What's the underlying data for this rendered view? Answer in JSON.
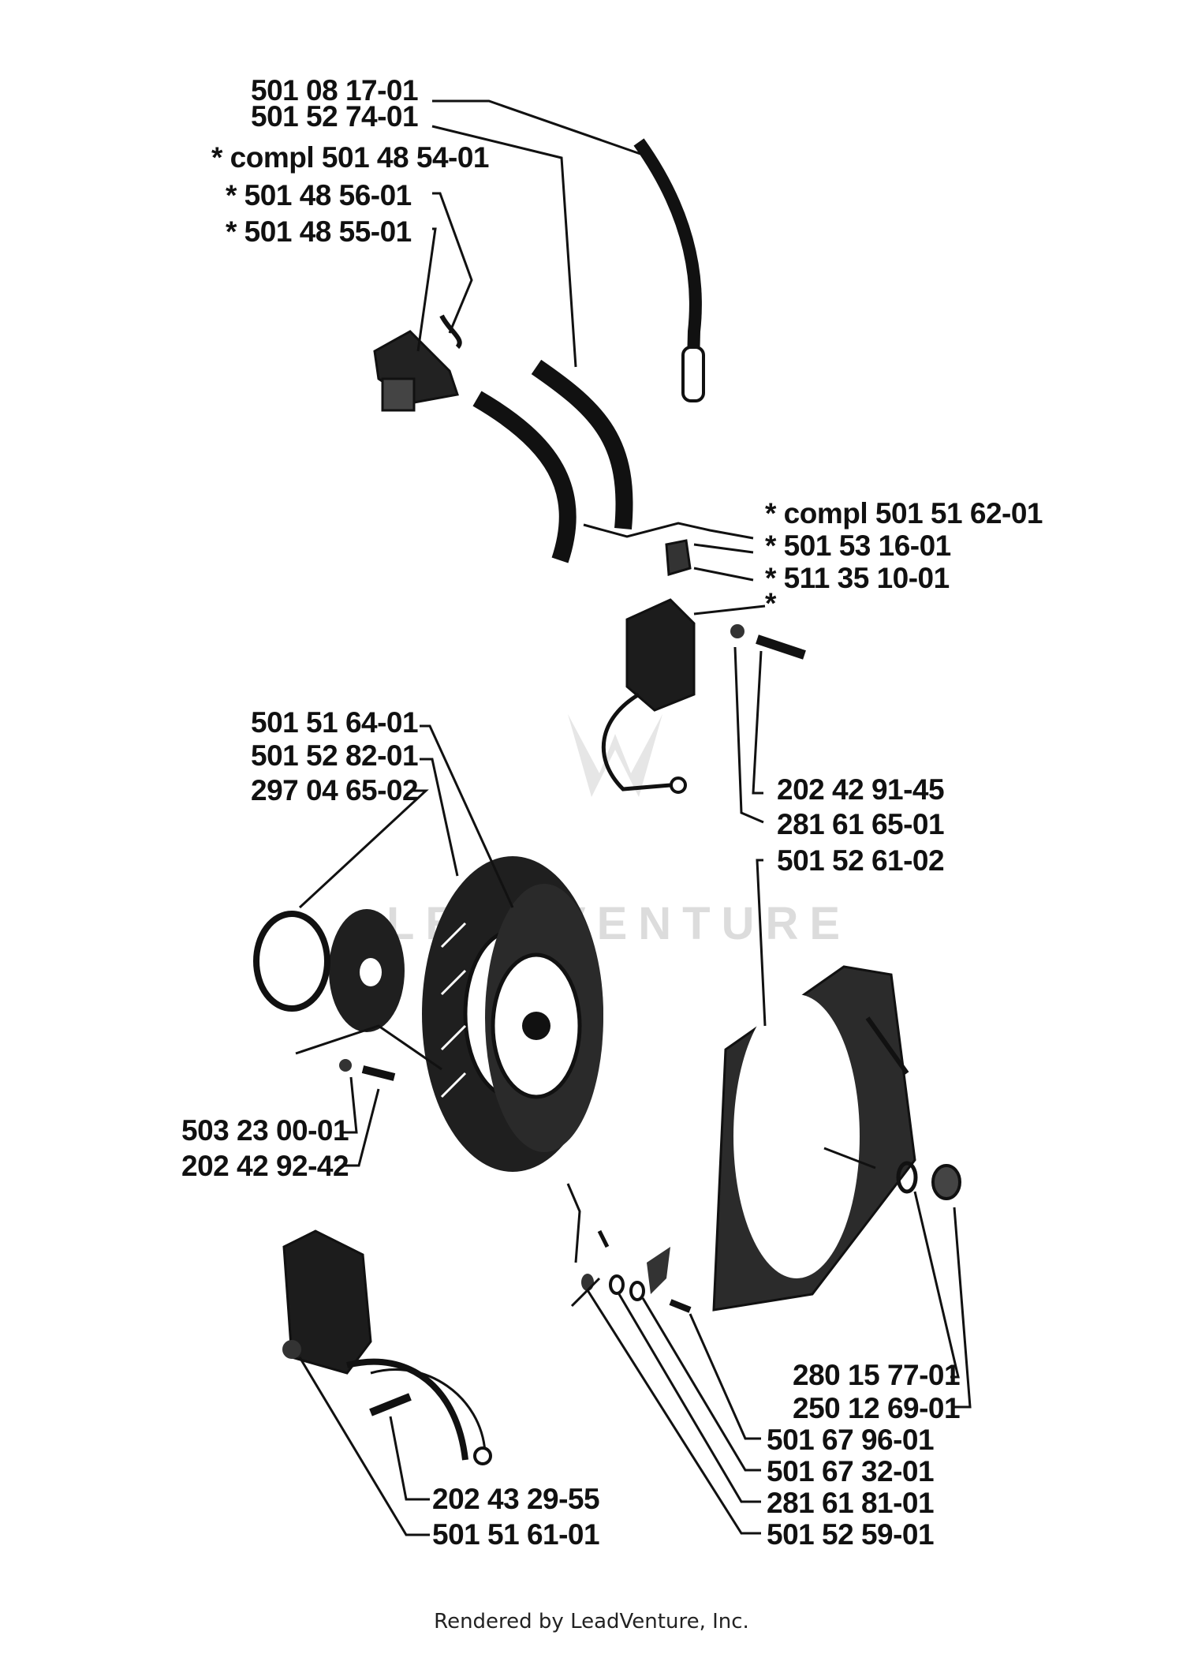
{
  "diagram": {
    "labels": [
      {
        "id": "501-08-17-01",
        "text": "501 08 17-01"
      },
      {
        "id": "501-52-74-01",
        "text": "501 52 74-01"
      },
      {
        "id": "compl-501-48-54-01",
        "text": "*  compl 501 48 54-01"
      },
      {
        "id": "501-48-56-01",
        "text": "*  501 48 56-01"
      },
      {
        "id": "501-48-55-01",
        "text": "*  501 48 55-01"
      },
      {
        "id": "compl-501-51-62-01",
        "text": "*  compl 501 51 62-01"
      },
      {
        "id": "501-53-16-01",
        "text": "*  501 53 16-01"
      },
      {
        "id": "511-35-10-01",
        "text": "*  511 35 10-01"
      },
      {
        "id": "star",
        "text": "*"
      },
      {
        "id": "501-51-64-01",
        "text": "501 51 64-01"
      },
      {
        "id": "501-52-82-01",
        "text": "501 52 82-01"
      },
      {
        "id": "297-04-65-02",
        "text": "297 04 65-02"
      },
      {
        "id": "202-42-91-45",
        "text": "202 42 91-45"
      },
      {
        "id": "281-61-65-01",
        "text": "281 61 65-01"
      },
      {
        "id": "501-52-61-02",
        "text": "501 52 61-02"
      },
      {
        "id": "503-23-00-01",
        "text": "503 23 00-01"
      },
      {
        "id": "202-42-92-42",
        "text": "202 42 92-42"
      },
      {
        "id": "280-15-77-01",
        "text": "280 15 77-01"
      },
      {
        "id": "250-12-69-01",
        "text": "250 12 69-01"
      },
      {
        "id": "501-67-96-01",
        "text": "501 67 96-01"
      },
      {
        "id": "501-67-32-01",
        "text": "501 67 32-01"
      },
      {
        "id": "281-61-81-01",
        "text": "281 61 81-01"
      },
      {
        "id": "501-52-59-01",
        "text": "501 52 59-01"
      },
      {
        "id": "202-43-29-55",
        "text": "202 43 29-55"
      },
      {
        "id": "501-51-61-01",
        "text": "501 51 61-01"
      }
    ],
    "watermark": "LEADVENTURE",
    "footer": "Rendered by LeadVenture, Inc."
  }
}
